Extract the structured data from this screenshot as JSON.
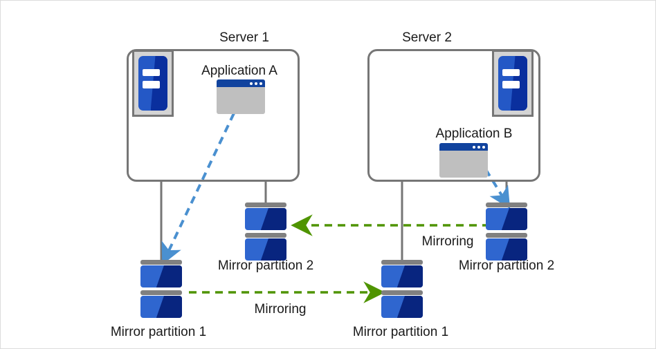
{
  "diagram": {
    "title": "Mirror partition mirroring between two servers",
    "colors": {
      "frame_border": "#767676",
      "server_icon_bg": "#d4d4d4",
      "server_icon_blue": "#2458c6",
      "server_icon_blue_dark": "#0a2f9e",
      "app_titlebar": "#11439e",
      "app_body": "#bfbfbf",
      "disk_cap": "#808080",
      "disk_blue": "#2f66cf",
      "disk_blue_dark": "#08257f",
      "blue_arrow": "#4a90d0",
      "green_arrow": "#4f9400",
      "connector_line": "#767676",
      "text": "#1a1a1a",
      "page_border": "#dcdcdc"
    },
    "servers": [
      {
        "id": "server-1",
        "label": "Server 1",
        "application": {
          "label": "Application  A",
          "icon": "window-icon"
        },
        "server_icon": "server-tower-icon",
        "partitions": [
          {
            "id": "s1-mirror-partition-1",
            "label": "Mirror partition 1"
          },
          {
            "id": "s1-mirror-partition-2",
            "label": "Mirror partition 2"
          }
        ]
      },
      {
        "id": "server-2",
        "label": "Server 2",
        "application": {
          "label": "Application  B",
          "icon": "window-icon"
        },
        "server_icon": "server-tower-icon",
        "partitions": [
          {
            "id": "s2-mirror-partition-1",
            "label": "Mirror partition 1"
          },
          {
            "id": "s2-mirror-partition-2",
            "label": "Mirror partition 2"
          }
        ]
      }
    ],
    "mirroring_links": [
      {
        "id": "mirroring-upper",
        "label": "Mirroring",
        "direction": "right-to-left",
        "from": "s2-mirror-partition-2",
        "to": "s1-mirror-partition-2",
        "style": "dashed",
        "color": "#4f9400"
      },
      {
        "id": "mirroring-lower",
        "label": "Mirroring",
        "direction": "left-to-right",
        "from": "s1-mirror-partition-1",
        "to": "s2-mirror-partition-1",
        "style": "dashed",
        "color": "#4f9400"
      }
    ],
    "access_links": [
      {
        "id": "app-a-access",
        "from": "Application  A",
        "to": "s1-mirror-partition-1",
        "style": "dashed",
        "color": "#4a90d0"
      },
      {
        "id": "app-b-access",
        "from": "Application  B",
        "to": "s2-mirror-partition-2",
        "style": "dashed",
        "color": "#4a90d0"
      }
    ]
  }
}
